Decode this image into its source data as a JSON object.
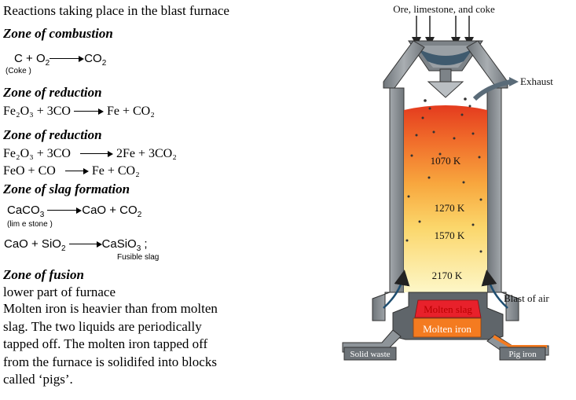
{
  "title": "Reactions taking place in the blast furnace",
  "zones": {
    "combustion": "Zone of combustion",
    "reduction1": "Zone of reduction",
    "reduction2": "Zone of reduction",
    "slag_formation": "Zone of slag formation",
    "fusion": "Zone of fusion"
  },
  "equations": {
    "combustion": {
      "lhs": "C",
      "plus_o2": "+ O",
      "o2_sub": "2",
      "product": "CO",
      "product_sub": "2",
      "note": "(Coke )"
    },
    "reduction1": {
      "lhs": "Fe₂O₃ + 3CO",
      "rhs": "Fe + CO₂"
    },
    "reduction2a": {
      "lhs": "Fe₂O₃ + 3CO",
      "rhs": "2Fe + 3CO₂"
    },
    "reduction2b": {
      "lhs": "FeO + CO",
      "rhs": "Fe + CO₂"
    },
    "slag1": {
      "lhs": "CaCO",
      "lhs_sub": "3",
      "rhs": "CaO + CO",
      "rhs_sub": "2",
      "note": "(lim e stone )"
    },
    "slag2": {
      "lhs": "CaO + SiO",
      "lhs_sub": "2",
      "rhs": "CaSiO",
      "rhs_sub": "3",
      "rhs_tail": " ;",
      "note": "Fusible slag"
    }
  },
  "fusion_sub": "lower part of furnace",
  "paragraph": [
    "Molten iron is heavier than from molten",
    "slag. The two liquids are periodically",
    "tapped off. The molten iron tapped off",
    "from the furnace is solidifed into blocks",
    "called ‘pigs’."
  ],
  "diagram": {
    "top_label": "Ore, limestone, and coke",
    "exhaust": "Exhaust",
    "temps": [
      "1070 K",
      "1270 K",
      "1570 K",
      "2170 K"
    ],
    "blast": "Blast of air",
    "molten_slag": "Molten slag",
    "molten_iron": "Molten iron",
    "solid_waste": "Solid waste",
    "pig_iron": "Pig iron"
  },
  "colors": {
    "slag": "#e8212b",
    "iron": "#f47b20",
    "furnace_wall": "#8e9499",
    "hot_top": "#e43b1e",
    "hot_bottom": "#fdf7c8"
  }
}
